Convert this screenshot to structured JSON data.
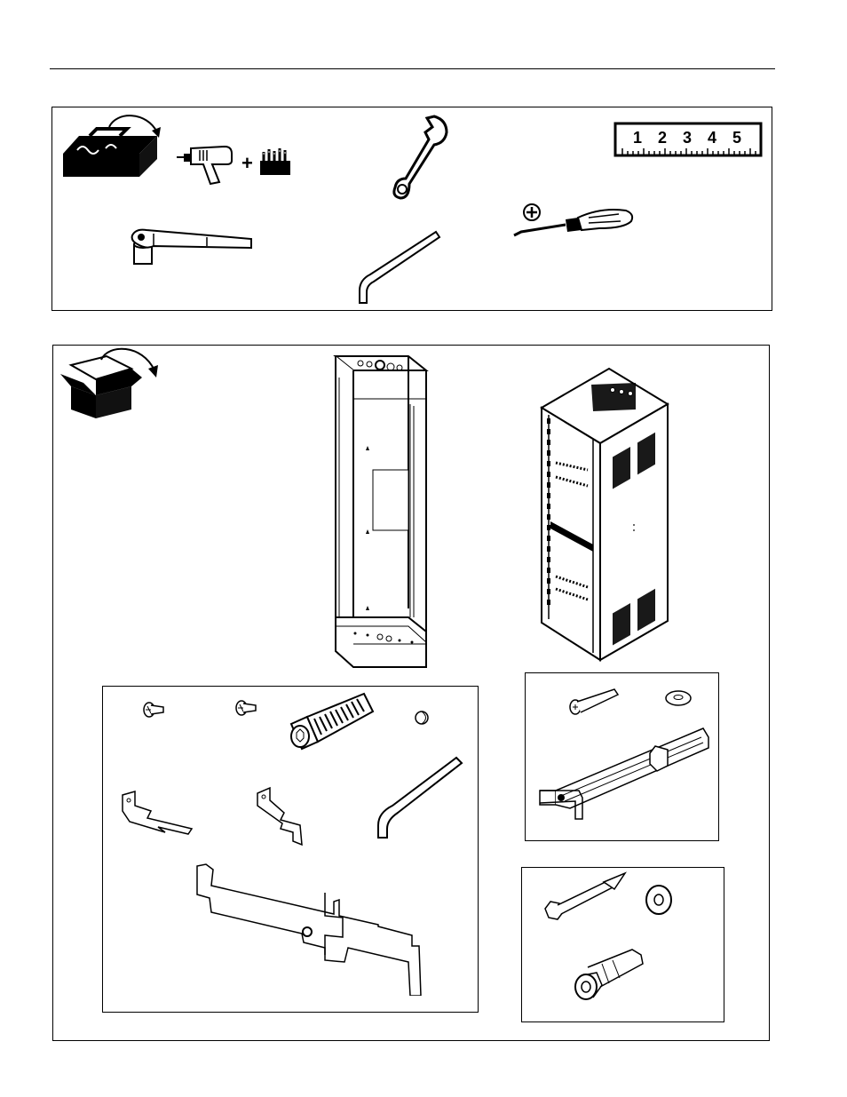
{
  "page": {
    "tools_panel": {
      "tools": [
        {
          "icon": "toolbox-icon"
        },
        {
          "icon": "power-drill-icon"
        },
        {
          "icon": "plus-symbol-icon",
          "text": "+"
        },
        {
          "icon": "drill-bits-icon"
        },
        {
          "icon": "open-end-wrench-icon"
        },
        {
          "icon": "tape-measure-ruler-icon",
          "ruler_numbers": [
            "1",
            "2",
            "3",
            "4",
            "5"
          ]
        },
        {
          "icon": "ratchet-socket-wrench-icon"
        },
        {
          "icon": "hex-key-icon"
        },
        {
          "icon": "phillips-screwdriver-icon"
        },
        {
          "icon": "phillips-head-symbol-icon"
        }
      ]
    },
    "parts_panel": {
      "icons": [
        "open-box-icon",
        "rear-panel-frame-icon",
        "rack-cabinet-icon"
      ],
      "hardware_bag_1": [
        "pan-head-screw-icon",
        "pan-head-screw-small-icon",
        "socket-head-cap-screw-icon",
        "button-plug-icon",
        "l-bracket-left-icon",
        "l-bracket-right-icon",
        "large-hex-key-icon",
        "long-mounting-bracket-icon"
      ],
      "hardware_bag_2": [
        "long-machine-screw-icon",
        "flat-washer-icon",
        "adjustable-rail-bracket-icon"
      ],
      "hardware_bag_3": [
        "lag-bolt-icon",
        "lag-washer-icon",
        "wall-anchor-icon"
      ]
    }
  }
}
